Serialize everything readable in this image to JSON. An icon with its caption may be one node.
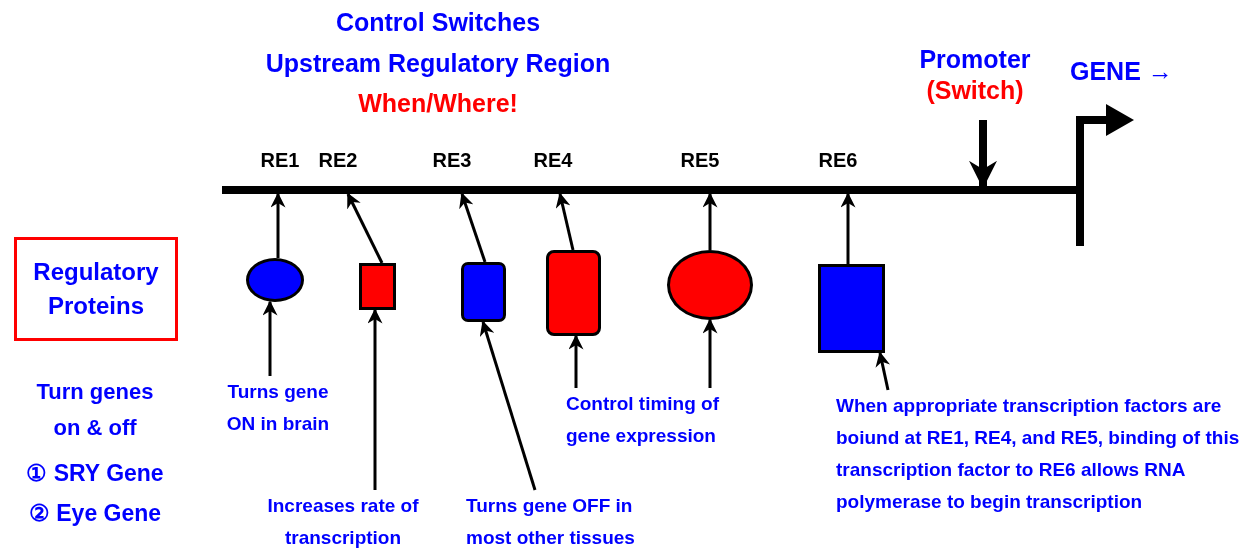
{
  "diagram": {
    "title": "Control Switches",
    "nodes": [
      {
        "text": [
          "Regulatory Proteins"
        ]
      },
      {
        "text": [],
        "shape": "bar"
      },
      {
        "text": [],
        "shape": "circle"
      },
      {
        "text": [],
        "shape": "box"
      },
      {
        "text": [],
        "shape": "box"
      },
      {
        "text": [],
        "shape": "box"
      },
      {
        "text": [],
        "shape": "circle"
      },
      {
        "text": [],
        "shape": "box"
      },
      {
        "text": [
          "Promoter",
          "(Switch)"
        ]
      },
      {
        "text": [
          "Turns gene ON in brain"
        ]
      },
      {
        "text": [
          "Increases rate of transcription"
        ]
      },
      {
        "text": [
          "Turns gene OFF in most other tissues"
        ]
      },
      {
        "text": [
          "Control timing of gene expression"
        ]
      },
      {
        "text": [
          "When appropriate transcription factors are boiund at RE1, RE4, and RE5, binding of this transcription factor to RE6 allows RNA polymerase to begin transcription"
        ]
      }
    ],
    "edges": [
      {
        "from": 2,
        "to": 1,
        "arrow": "to"
      },
      {
        "from": 3,
        "to": 1,
        "arrow": "to"
      },
      {
        "from": 4,
        "to": 1,
        "arrow": "to"
      },
      {
        "from": 5,
        "to": 1,
        "arrow": "to"
      },
      {
        "from": 6,
        "to": 1,
        "arrow": "to"
      },
      {
        "from": 7,
        "to": 1,
        "arrow": "to"
      },
      {
        "from": 8,
        "to": 1,
        "arrow": "to",
        "style": "thick"
      },
      {
        "from": 9,
        "to": 2,
        "arrow": "to"
      },
      {
        "from": 10,
        "to": 3,
        "arrow": "to"
      },
      {
        "from": 11,
        "to": 4,
        "arrow": "to"
      },
      {
        "from": 12,
        "to": 5,
        "arrow": "to"
      },
      {
        "from": 12,
        "to": 6,
        "arrow": "to"
      },
      {
        "from": 13,
        "to": 7,
        "arrow": "to"
      }
    ],
    "labels": [
      "Upstream Regulatory Region",
      "When/Where!",
      "GENE →",
      "RE1",
      "RE2",
      "RE3",
      "RE4",
      "RE5",
      "RE6",
      "Turn genes on & off",
      "① SRY Gene",
      "② Eye Gene"
    ]
  }
}
